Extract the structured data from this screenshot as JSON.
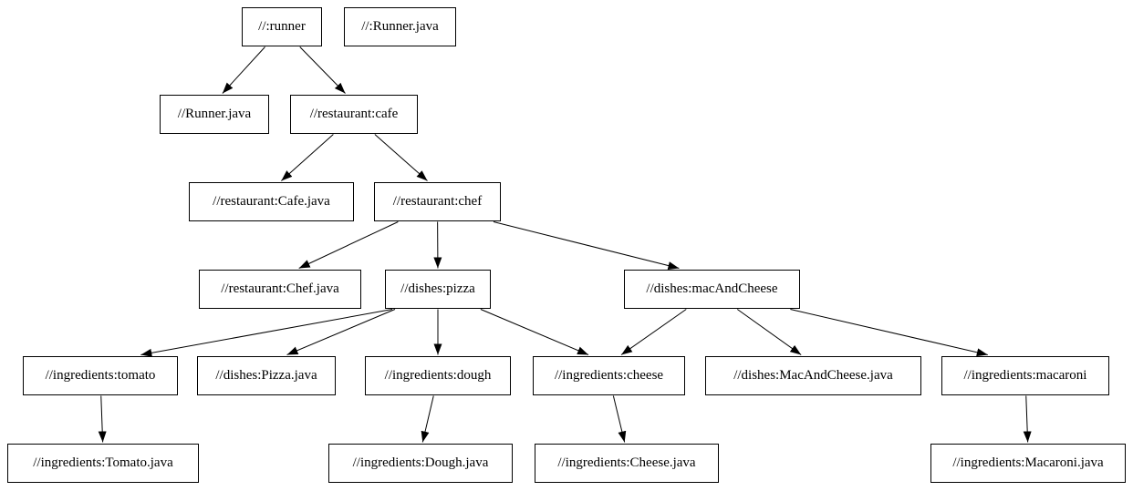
{
  "diagram": {
    "type": "dependency-graph",
    "background_color": "#ffffff",
    "node_border_color": "#000000",
    "node_fill_color": "#ffffff",
    "edge_color": "#000000",
    "nodes": [
      {
        "id": "runner",
        "label": "//:runner"
      },
      {
        "id": "runner_java_root",
        "label": "//:Runner.java"
      },
      {
        "id": "runner_java",
        "label": "//Runner.java"
      },
      {
        "id": "cafe",
        "label": "//restaurant:cafe"
      },
      {
        "id": "cafe_java",
        "label": "//restaurant:Cafe.java"
      },
      {
        "id": "chef",
        "label": "//restaurant:chef"
      },
      {
        "id": "chef_java",
        "label": "//restaurant:Chef.java"
      },
      {
        "id": "pizza",
        "label": "//dishes:pizza"
      },
      {
        "id": "mac_and_cheese",
        "label": "//dishes:macAndCheese"
      },
      {
        "id": "tomato",
        "label": "//ingredients:tomato"
      },
      {
        "id": "pizza_java",
        "label": "//dishes:Pizza.java"
      },
      {
        "id": "dough",
        "label": "//ingredients:dough"
      },
      {
        "id": "cheese",
        "label": "//ingredients:cheese"
      },
      {
        "id": "mac_and_cheese_java",
        "label": "//dishes:MacAndCheese.java"
      },
      {
        "id": "macaroni",
        "label": "//ingredients:macaroni"
      },
      {
        "id": "tomato_java",
        "label": "//ingredients:Tomato.java"
      },
      {
        "id": "dough_java",
        "label": "//ingredients:Dough.java"
      },
      {
        "id": "cheese_java",
        "label": "//ingredients:Cheese.java"
      },
      {
        "id": "macaroni_java",
        "label": "//ingredients:Macaroni.java"
      }
    ],
    "edges": [
      {
        "from": "runner",
        "to": "runner_java"
      },
      {
        "from": "runner",
        "to": "cafe"
      },
      {
        "from": "cafe",
        "to": "cafe_java"
      },
      {
        "from": "cafe",
        "to": "chef"
      },
      {
        "from": "chef",
        "to": "chef_java"
      },
      {
        "from": "chef",
        "to": "pizza"
      },
      {
        "from": "chef",
        "to": "mac_and_cheese"
      },
      {
        "from": "pizza",
        "to": "tomato"
      },
      {
        "from": "pizza",
        "to": "pizza_java"
      },
      {
        "from": "pizza",
        "to": "dough"
      },
      {
        "from": "pizza",
        "to": "cheese"
      },
      {
        "from": "mac_and_cheese",
        "to": "cheese"
      },
      {
        "from": "mac_and_cheese",
        "to": "mac_and_cheese_java"
      },
      {
        "from": "mac_and_cheese",
        "to": "macaroni"
      },
      {
        "from": "tomato",
        "to": "tomato_java"
      },
      {
        "from": "dough",
        "to": "dough_java"
      },
      {
        "from": "cheese",
        "to": "cheese_java"
      },
      {
        "from": "macaroni",
        "to": "macaroni_java"
      }
    ]
  }
}
